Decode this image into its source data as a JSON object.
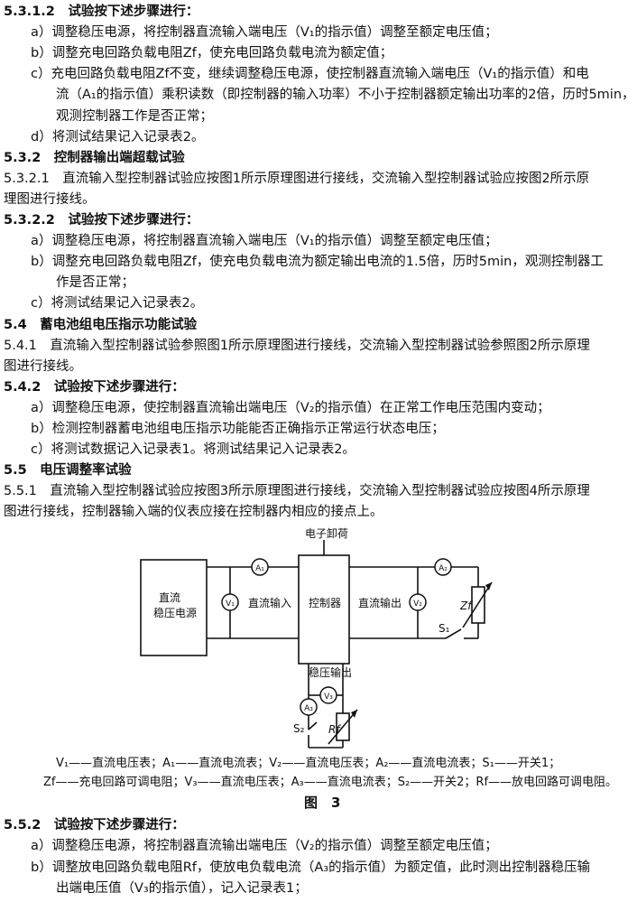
{
  "lines": [
    {
      "text": "5.3.1.2　试验按下述步骤进行：",
      "heading": true
    },
    {
      "text": "a）调整稳压电源，将控制器直流输入端电压（V₁的指示值）调整至额定电压值；",
      "indent": 1
    },
    {
      "text": "b）调整充电回路负载电阻Zf，使充电回路负载电流为额定值；",
      "indent": 1
    },
    {
      "text": "c）充电回路负载电阻Zf不变，继续调整稳压电源，使控制器直流输入端电压（V₁的指示值）和电",
      "indent": 1
    },
    {
      "text": "流（A₁的指示值）乘积读数（即控制器的输入功率）不小于控制器额定输出功率的2倍，历时5min，",
      "indent": 2
    },
    {
      "text": "观测控制器工作是否正常；",
      "indent": 2
    },
    {
      "text": "d）将测试结果记入记录表2。",
      "indent": 1
    },
    {
      "text": "5.3.2　控制器输出端超载试验",
      "heading": true
    },
    {
      "text": "5.3.2.1　直流输入型控制器试验应按图1所示原理图进行接线，交流输入型控制器试验应按图2所示原",
      "indent": 0
    },
    {
      "text": "理图进行接线。",
      "indent": 0
    },
    {
      "text": "5.3.2.2　试验按下述步骤进行：",
      "heading": true
    },
    {
      "text": "a）调整稳压电源，将控制器直流输入端电压（V₁的指示值）调整至额定电压值；",
      "indent": 1
    },
    {
      "text": "b）调整充电回路负载电阻Zf，使充电负载电流为额定输出电流的1.5倍，历时5min，观测控制器工",
      "indent": 1
    },
    {
      "text": "作是否正常；",
      "indent": 2
    },
    {
      "text": "c）将测试结果记入记录表2。",
      "indent": 1
    },
    {
      "text": "5.4　蓄电池组电压指示功能试验",
      "heading": true
    },
    {
      "text": "5.4.1　直流输入型控制器试验参照图1所示原理图进行接线，交流输入型控制器试验参照图2所示原理",
      "indent": 0
    },
    {
      "text": "图进行接线。",
      "indent": 0
    },
    {
      "text": "5.4.2　试验按下述步骤进行：",
      "heading": true
    },
    {
      "text": "a）调整稳压电源，使控制器直流输出端电压（V₂的指示值）在正常工作电压范围内变动；",
      "indent": 1
    },
    {
      "text": "b）检测控制器蓄电池组电压指示功能能否正确指示正常运行状态电压；",
      "indent": 1
    },
    {
      "text": "c）将测试数据记入记录表1。将测试结果记入记录表2。",
      "indent": 1
    },
    {
      "text": "5.5　电压调整率试验",
      "heading": true
    },
    {
      "text": "5.5.1　直流输入型控制器试验应按图3所示原理图进行接线，交流输入型控制器试验应按图4所示原理",
      "indent": 0
    },
    {
      "text": "图进行接线，控制器输入端的仪表应接在控制器内相应的接点上。",
      "indent": 0
    }
  ],
  "figure": {
    "source_box": "直流\n稳压电源",
    "controller": "控制器",
    "dc_input": "直流输入",
    "dc_output": "直流输出",
    "stab_output": "稳压输出",
    "e_load": "电子卸荷",
    "meters": {
      "V1": "V₁",
      "A1": "A₁",
      "V2": "V₂",
      "A2": "A₂",
      "V3": "V₃",
      "A3": "A₃"
    },
    "switch1": "S₁",
    "switch2": "S₂",
    "zf": "Zf",
    "rf": "Rf",
    "caption1": "V₁——直流电压表；A₁——直流电流表；V₂——直流电压表；A₂——直流电流表；S₁——开关1；",
    "caption2": "Zf——充电回路可调电阻；V₃——直流电压表；A₃——直流电流表；S₂——开关2；Rf——放电回路可调电阻。",
    "title": "图　3"
  },
  "after": [
    {
      "text": "5.5.2　试验按下述步骤进行：",
      "heading": true
    },
    {
      "text": "a）调整稳压电源，将控制器直流输出端电压（V₂的指示值）调整至额定电压值；",
      "indent": 1
    },
    {
      "text": "b）调整放电回路负载电阻Rf，使放电负载电流（A₃的指示值）为额定值，此时测出控制器稳压输",
      "indent": 1
    },
    {
      "text": "出端电压值（V₃的指示值），记入记录表1；",
      "indent": 2
    }
  ]
}
